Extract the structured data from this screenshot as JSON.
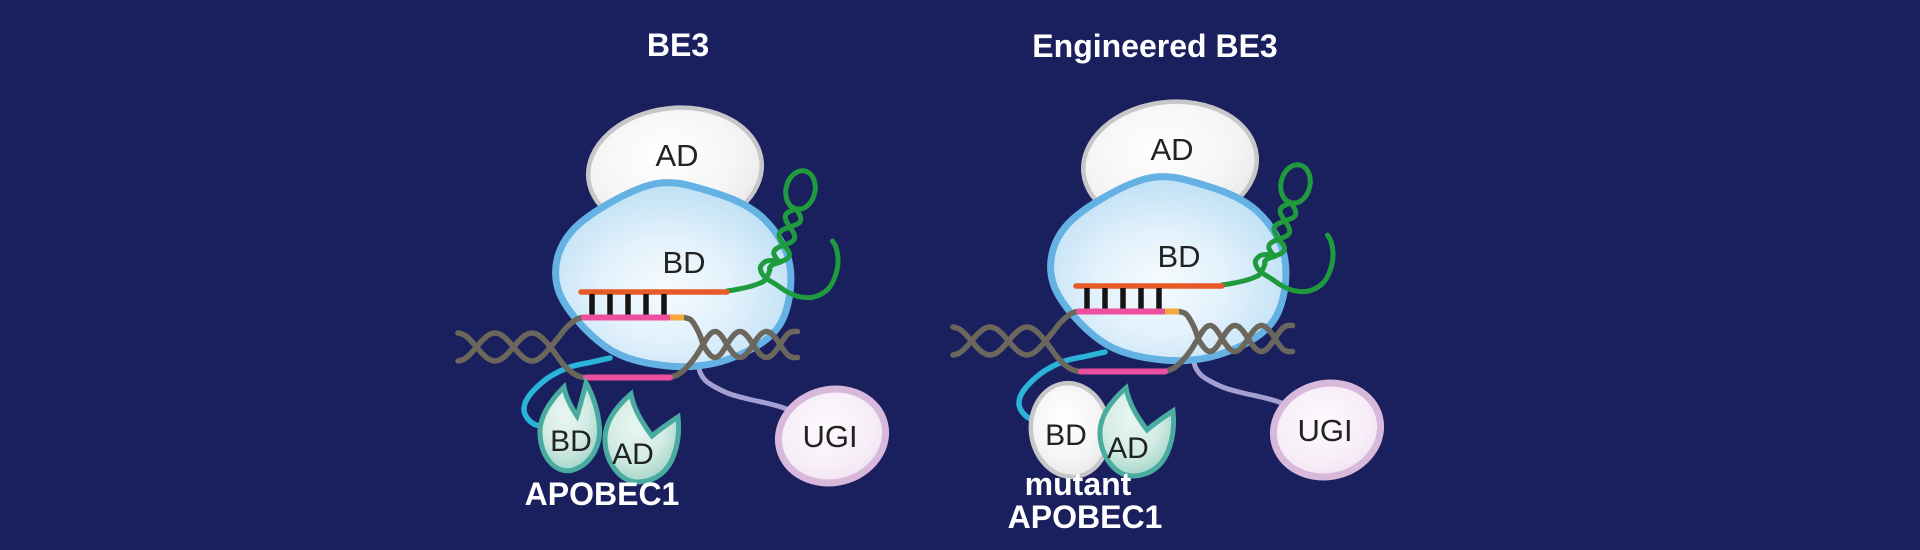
{
  "figure": {
    "description": "Schematic comparison of the BE3 base editor and an engineered BE3 variant",
    "background_color": "#1a1f5d"
  },
  "palette": {
    "background": "#1a1f5d",
    "cas9_blue_border": "#64b1e4",
    "ad_gray_border": "#c7c7ca",
    "sgrna_spacer_orange": "#e65a28",
    "sgrna_scaffold_green": "#1f9b3e",
    "dna_gray": "#6c675d",
    "dna_pink": "#ed4fa0",
    "pam_yellow": "#f3a93c",
    "apobec_teal_border": "#4aaca0",
    "ugi_pink_border": "#d8b8db",
    "linker_cyan": "#2ab4d9",
    "linker_lavender": "#a5a0d2",
    "label_dark": "#222222",
    "label_white": "#ffffff"
  },
  "diagrams": {
    "be3": {
      "title": "BE3",
      "labels": {
        "ad_domain": "AD",
        "bd_domain": "BD",
        "apobec_bd": "BD",
        "apobec_ad": "AD",
        "apobec_name": "APOBEC1",
        "ugi": "UGI"
      }
    },
    "engineered_be3": {
      "title": "Engineered BE3",
      "labels": {
        "ad_domain": "AD",
        "bd_domain": "BD",
        "apobec_bd": "BD",
        "apobec_ad": "AD",
        "apobec_name_line1": "mutant",
        "apobec_name_line2": "APOBEC1",
        "ugi": "UGI"
      }
    }
  }
}
